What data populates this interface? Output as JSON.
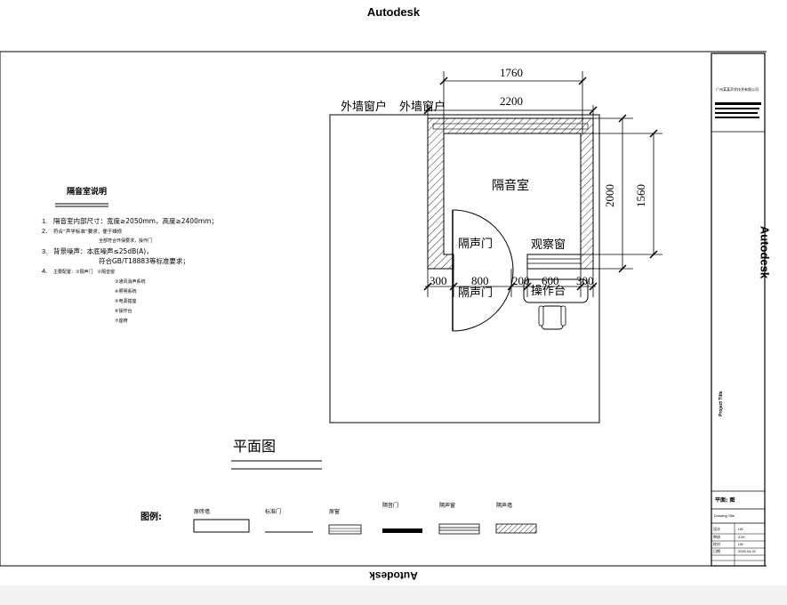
{
  "watermark": {
    "top": "Autodesk",
    "bottom": "Autodesk",
    "side": "Autodesk"
  },
  "plan": {
    "title": "平面图",
    "room_label": "隔音室",
    "door_label_inside": "隔声门",
    "door_label_below": "隔声门",
    "window_label": "观察窗",
    "console_label": "操作台",
    "exterior_window_labels": [
      "外墙窗户",
      "外墙窗户"
    ]
  },
  "dimensions": {
    "top_outer": "1760",
    "top_inner": "2200",
    "right_outer": "2000",
    "right_inner": "1560",
    "bottom": [
      "300",
      "800",
      "200",
      "600",
      "300"
    ]
  },
  "notes": {
    "title": "隔音室说明",
    "items": [
      {
        "num": "1.",
        "text": "隔音室内部尺寸：宽度≥2050mm，高度≥2400mm；"
      },
      {
        "num": "2.",
        "text": "符合“声学标准”要求，便于维修"
      },
      {
        "num": "",
        "text": "全部符合环保要求，操作门"
      },
      {
        "num": "3.",
        "text": "背景噪声：本底噪声≤25dB(A)，"
      },
      {
        "num": "",
        "text": "符合GB/T18883等标准要求；"
      },
      {
        "num": "4.",
        "text": "主要配置：①隔声门　②隔音窗"
      },
      {
        "num": "",
        "text": "③通风消声系统"
      },
      {
        "num": "",
        "text": "④照明系统"
      },
      {
        "num": "",
        "text": "⑤电源插座"
      },
      {
        "num": "",
        "text": "⑥操作台"
      },
      {
        "num": "",
        "text": "⑦座椅"
      }
    ]
  },
  "legend": {
    "title": "图例:",
    "items": [
      "原砖墙",
      "标准门",
      "原窗",
      "隔音门",
      "隔声窗",
      "隔声墙"
    ]
  },
  "title_block": {
    "company": "广州某某声学技术有限公司",
    "project": "Project Title",
    "sheet_label": "平面: 图",
    "drawing_title": "Drawing Title",
    "rows": [
      {
        "label": "设计",
        "value": "LW"
      },
      {
        "label": "审核",
        "value": "ZJH"
      },
      {
        "label": "校对",
        "value": "LW"
      },
      {
        "label": "日期",
        "value": "2020.04.01"
      }
    ]
  },
  "colors": {
    "line": "#000000",
    "hatch": "#000000",
    "background": "#ffffff"
  }
}
